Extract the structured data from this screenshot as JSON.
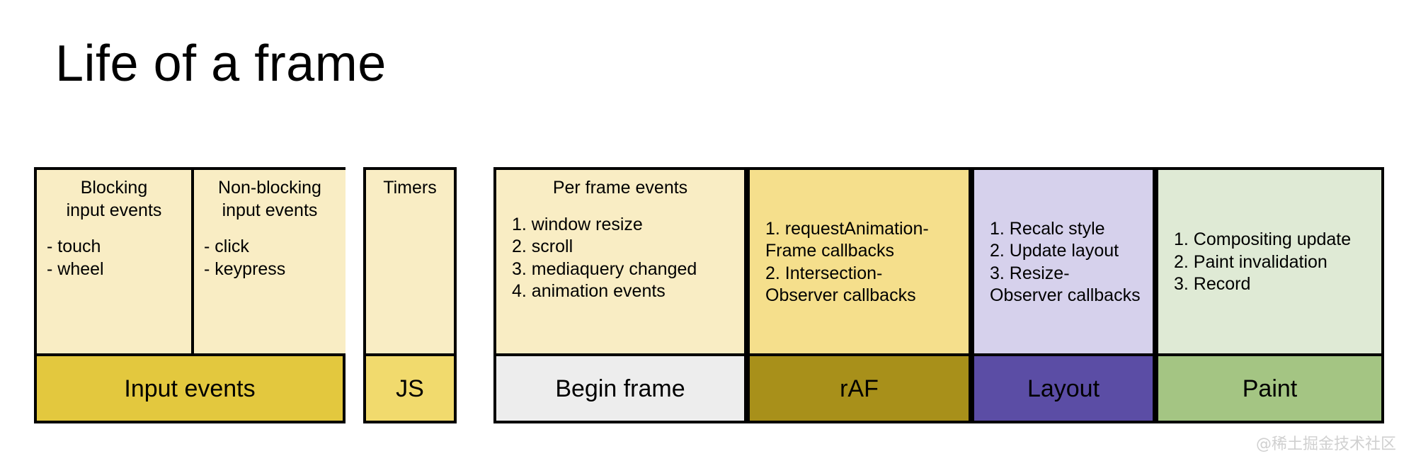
{
  "page": {
    "title": "Life of a frame",
    "watermark": "@稀土掘金技术社区",
    "background": "#ffffff"
  },
  "colors": {
    "border": "#000000",
    "cream": "#F9EDC4",
    "deep_yellow": "#F5DF8C",
    "lavender": "#D6D1EC",
    "pale_green": "#DFEAD5",
    "footer_input_events": "#E3C83E",
    "footer_js": "#F1DA6D",
    "footer_begin_frame": "#EDEDED",
    "footer_raf": "#A8901A",
    "footer_layout": "#5B4DA5",
    "footer_paint": "#A4C583"
  },
  "diagram": {
    "groups": [
      {
        "id": "input-events",
        "footer_label": "Input events",
        "footer_color": "#E3C83E",
        "cells": [
          {
            "id": "blocking-input-events",
            "title": "Blocking\ninput events",
            "body_color": "#F9EDC4",
            "items": [
              "- touch",
              "- wheel"
            ],
            "numbered": false
          },
          {
            "id": "non-blocking-input-events",
            "title": "Non-blocking\ninput events",
            "body_color": "#F9EDC4",
            "items": [
              "- click",
              "- keypress"
            ],
            "numbered": false
          }
        ]
      },
      {
        "id": "js",
        "footer_label": "JS",
        "footer_color": "#F1DA6D",
        "cells": [
          {
            "id": "timers",
            "title": "Timers",
            "body_color": "#F9EDC4",
            "items": [],
            "numbered": false
          }
        ]
      },
      {
        "id": "begin-frame",
        "footer_label": "Begin frame",
        "footer_color": "#EDEDED",
        "cells": [
          {
            "id": "per-frame-events",
            "title": "Per frame events",
            "body_color": "#F9EDC4",
            "items": [
              "1. window resize",
              "2. scroll",
              "3. mediaquery changed",
              "4. animation events"
            ],
            "numbered": true
          }
        ]
      },
      {
        "id": "raf",
        "footer_label": "rAF",
        "footer_color": "#A8901A",
        "cells": [
          {
            "id": "raf-callbacks",
            "title": "",
            "body_color": "#F5DF8C",
            "items": [
              "1. requestAnimation-\nFrame callbacks",
              "2. Intersection-\nObserver callbacks"
            ],
            "numbered": true
          }
        ]
      },
      {
        "id": "layout",
        "footer_label": "Layout",
        "footer_color": "#5B4DA5",
        "cells": [
          {
            "id": "layout-steps",
            "title": "",
            "body_color": "#D6D1EC",
            "items": [
              "1. Recalc style",
              "2. Update layout",
              "3. Resize-\nObserver callbacks"
            ],
            "numbered": true
          }
        ]
      },
      {
        "id": "paint",
        "footer_label": "Paint",
        "footer_color": "#A4C583",
        "cells": [
          {
            "id": "paint-steps",
            "title": "",
            "body_color": "#DFEAD5",
            "items": [
              "1. Compositing update",
              "2. Paint invalidation",
              "3. Record"
            ],
            "numbered": true
          }
        ]
      }
    ]
  }
}
